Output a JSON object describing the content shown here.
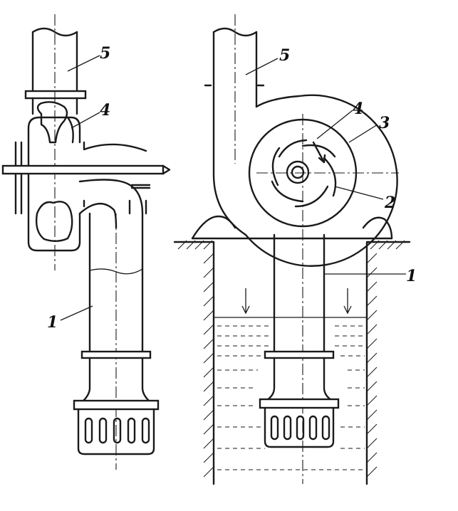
{
  "labels": {
    "left_discharge": "5",
    "left_impeller": "4",
    "left_suction_pipe": "1",
    "right_discharge": "5",
    "right_impeller": "4",
    "right_casing": "3",
    "right_blade": "2",
    "right_suction_pipe": "1"
  }
}
